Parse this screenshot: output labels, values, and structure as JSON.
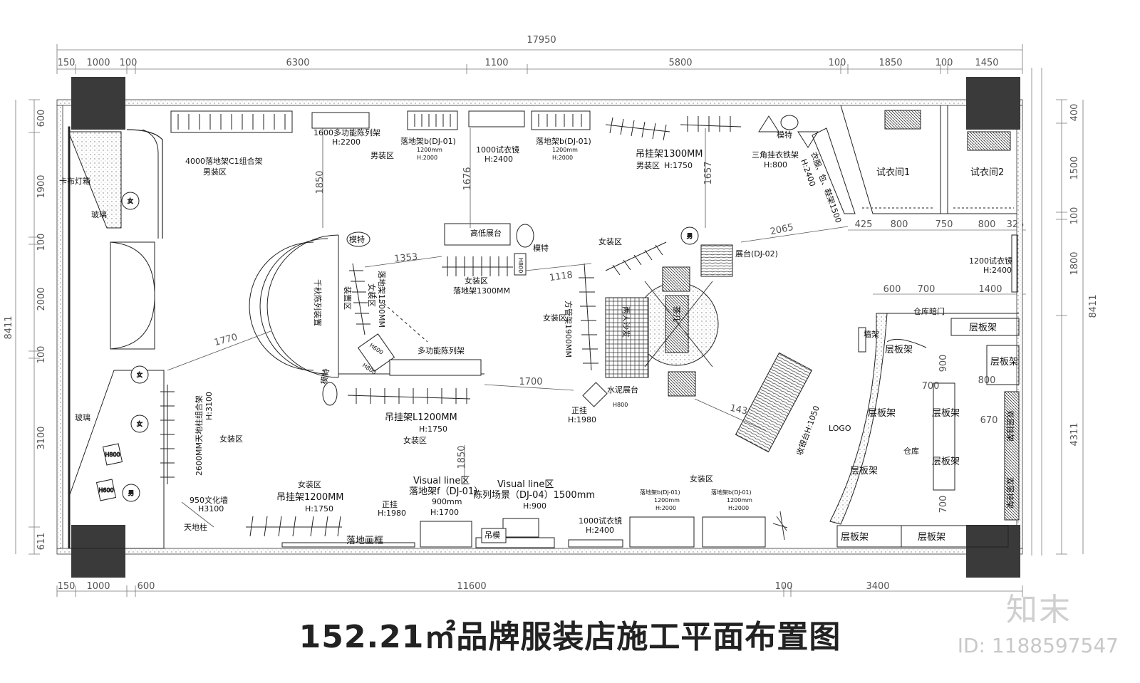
{
  "title": "152.21㎡品牌服装店施工平面布置图",
  "brand_logo": "知末",
  "image_id": "ID: 1188597547",
  "dims": {
    "overall_width": "17950",
    "overall_height": "8411",
    "top": [
      "150",
      "1000",
      "100",
      "6300",
      "1100",
      "5800",
      "100",
      "1850",
      "100",
      "1450"
    ],
    "bottom": [
      "150",
      "1000",
      "600",
      "11600",
      "100",
      "3400"
    ],
    "left": [
      "600",
      "1900",
      "100",
      "2000",
      "100",
      "3100",
      "611"
    ],
    "right": [
      "400",
      "1500",
      "100",
      "1800",
      "8411",
      "4311"
    ],
    "fitting": [
      "425",
      "800",
      "750",
      "800",
      "325"
    ],
    "store": [
      "600",
      "700",
      "1400",
      "900",
      "800",
      "700",
      "670",
      "700"
    ],
    "inner": [
      "1850",
      "1676",
      "1657",
      "2065",
      "1353",
      "1118",
      "1770",
      "1700",
      "1432",
      "1850"
    ]
  },
  "labels": {
    "men_zone": "男装区",
    "women_zone": "女装区",
    "glass": "玻璃",
    "lightbox": "卡布灯箱",
    "rack4000": "4000落地架C1组合架",
    "rack1600": "1600多功能陈列架",
    "h2200": "H:2200",
    "floor_rack_b": "落地架b(DJ-01)",
    "size1200": "1200mm",
    "h2000": "H:2000",
    "mirror1000": "1000试衣镜",
    "h2400": "H:2400",
    "hang1300": "吊挂架1300MM",
    "h1750": "H:1750",
    "tri_rack": "三角挂衣铁架",
    "h800": "H:800",
    "bag_rack": "衣服、包、鞋架1500",
    "fit1": "试衣间1",
    "fit2": "试衣间2",
    "model": "模特",
    "hilo_table": "高低展台",
    "h800v": "H800",
    "h600": "H600",
    "display_table": "展台(DJ-02)",
    "mirror1200": "1200试衣镜",
    "curve_rack": "千秋陈列装置",
    "acc_area": "装置区",
    "rack1500": "落地架1500MM",
    "floor1300": "落地架1300MM",
    "multi_rack": "多功能陈列架",
    "tube_rack": "方管架1900MM",
    "sofa": "两人沙发",
    "tea_table": "茶几",
    "cement_table": "水泥展台",
    "front_hang": "正挂",
    "h1980": "H:1980",
    "storage_door": "仓库暗门",
    "wall_rack": "墙架",
    "shelf": "层板架",
    "double_hang": "双层挂架",
    "storage": "仓库",
    "logo": "LOGO",
    "cashier": "收银台H:1050",
    "pillar2600": "2600MM天地柱组合架",
    "h3100": "H:3100",
    "hang1200l": "吊挂架L1200MM",
    "hang1200": "吊挂架1200MM",
    "wall950": "950文化墙",
    "h3100b": "H3100",
    "pillar": "天地柱",
    "frame": "落地画框",
    "visual1": "Visual line区",
    "rack_f": "落地架f（DJ-01）",
    "size900": "900mm",
    "h1700": "H:1700",
    "visual2": "Visual line区",
    "scene": "陈列场景（DJ-04）1500mm",
    "h900": "H:900",
    "hang_model": "吊模",
    "male": "男",
    "female": "女"
  }
}
